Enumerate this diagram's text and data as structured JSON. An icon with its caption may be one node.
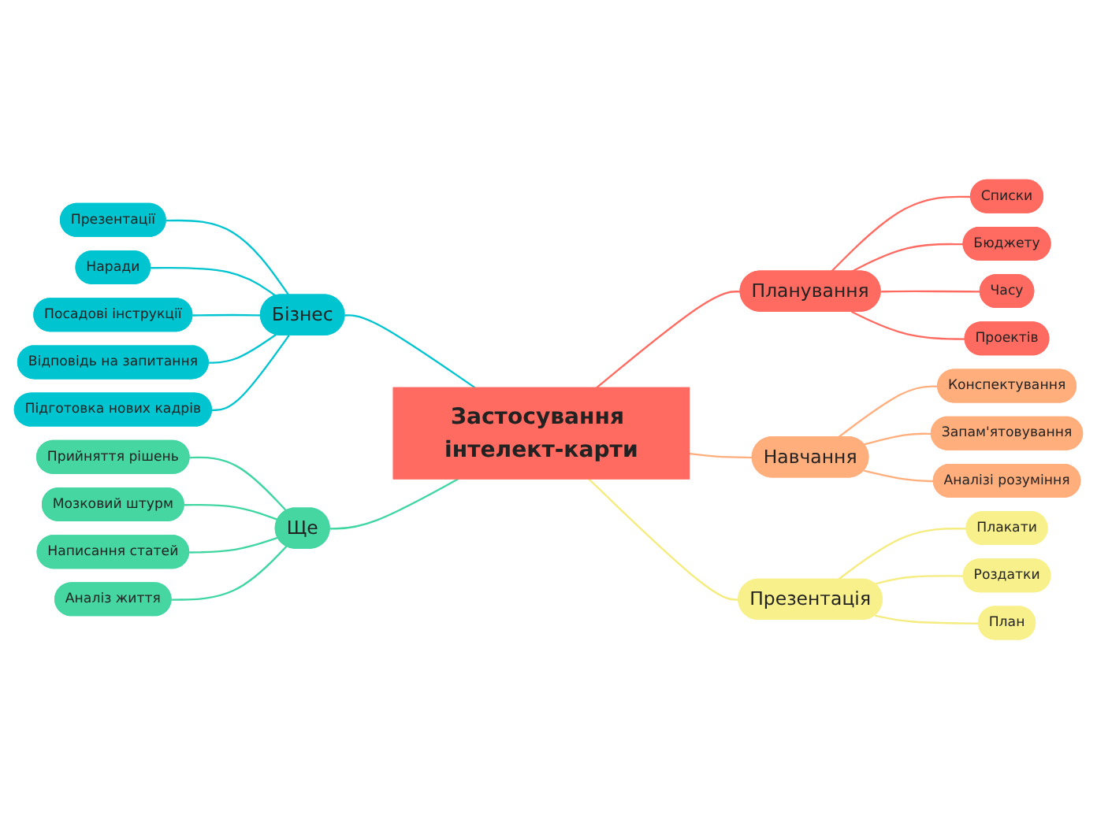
{
  "diagram": {
    "nodes": [
      {
        "text": [
          "Застосування інтелект-карти"
        ]
      },
      {
        "text": [
          "Бізнес"
        ]
      },
      {
        "text": [
          "Презентації"
        ]
      },
      {
        "text": [
          "Наради"
        ]
      },
      {
        "text": [
          "Посадові інструкції"
        ]
      },
      {
        "text": [
          "Відповідь на запитання"
        ]
      },
      {
        "text": [
          "Підготовка нових кадрів"
        ]
      },
      {
        "text": [
          "Ще"
        ]
      },
      {
        "text": [
          "Прийняття рішень"
        ]
      },
      {
        "text": [
          "Мозковий штурм"
        ]
      },
      {
        "text": [
          "Написання статей"
        ]
      },
      {
        "text": [
          "Аналіз життя"
        ]
      },
      {
        "text": [
          "Планування"
        ]
      },
      {
        "text": [
          "Списки"
        ]
      },
      {
        "text": [
          "Бюджету"
        ]
      },
      {
        "text": [
          "Часу"
        ]
      },
      {
        "text": [
          "Проектів"
        ]
      },
      {
        "text": [
          "Навчання"
        ]
      },
      {
        "text": [
          "Конспектування"
        ]
      },
      {
        "text": [
          "Запам'ятовування"
        ]
      },
      {
        "text": [
          "Аналізі розуміння"
        ]
      },
      {
        "text": [
          "Презентація"
        ]
      },
      {
        "text": [
          "Плакати"
        ]
      },
      {
        "text": [
          "Роздатки"
        ]
      },
      {
        "text": [
          "План"
        ]
      }
    ],
    "edges": [
      {
        "from": 1,
        "to": 0,
        "arrow": "none",
        "color": "#00c5d0"
      },
      {
        "from": 2,
        "to": 1,
        "arrow": "none",
        "color": "#00c5d0"
      },
      {
        "from": 3,
        "to": 1,
        "arrow": "none",
        "color": "#00c5d0"
      },
      {
        "from": 4,
        "to": 1,
        "arrow": "none",
        "color": "#00c5d0"
      },
      {
        "from": 5,
        "to": 1,
        "arrow": "none",
        "color": "#00c5d0"
      },
      {
        "from": 6,
        "to": 1,
        "arrow": "none",
        "color": "#00c5d0"
      },
      {
        "from": 7,
        "to": 0,
        "arrow": "none",
        "color": "#3fd6a2"
      },
      {
        "from": 8,
        "to": 7,
        "arrow": "none",
        "color": "#3fd6a2"
      },
      {
        "from": 9,
        "to": 7,
        "arrow": "none",
        "color": "#3fd6a2"
      },
      {
        "from": 10,
        "to": 7,
        "arrow": "none",
        "color": "#3fd6a2"
      },
      {
        "from": 11,
        "to": 7,
        "arrow": "none",
        "color": "#3fd6a2"
      },
      {
        "from": 0,
        "to": 12,
        "arrow": "none",
        "color": "#ff6b61"
      },
      {
        "from": 12,
        "to": 13,
        "arrow": "none",
        "color": "#ff6b61"
      },
      {
        "from": 12,
        "to": 14,
        "arrow": "none",
        "color": "#ff6b61"
      },
      {
        "from": 12,
        "to": 15,
        "arrow": "none",
        "color": "#ff6b61"
      },
      {
        "from": 12,
        "to": 16,
        "arrow": "none",
        "color": "#ff6b61"
      },
      {
        "from": 0,
        "to": 17,
        "arrow": "none",
        "color": "#ffae7c"
      },
      {
        "from": 17,
        "to": 18,
        "arrow": "none",
        "color": "#ffae7c"
      },
      {
        "from": 17,
        "to": 19,
        "arrow": "none",
        "color": "#ffae7c"
      },
      {
        "from": 17,
        "to": 20,
        "arrow": "none",
        "color": "#ffae7c"
      },
      {
        "from": 0,
        "to": 21,
        "arrow": "none",
        "color": "#f5ec80"
      },
      {
        "from": 21,
        "to": 22,
        "arrow": "none",
        "color": "#f5ec80"
      },
      {
        "from": 21,
        "to": 23,
        "arrow": "none",
        "color": "#f5ec80"
      },
      {
        "from": 21,
        "to": 24,
        "arrow": "none",
        "color": "#f5ec80"
      }
    ]
  }
}
